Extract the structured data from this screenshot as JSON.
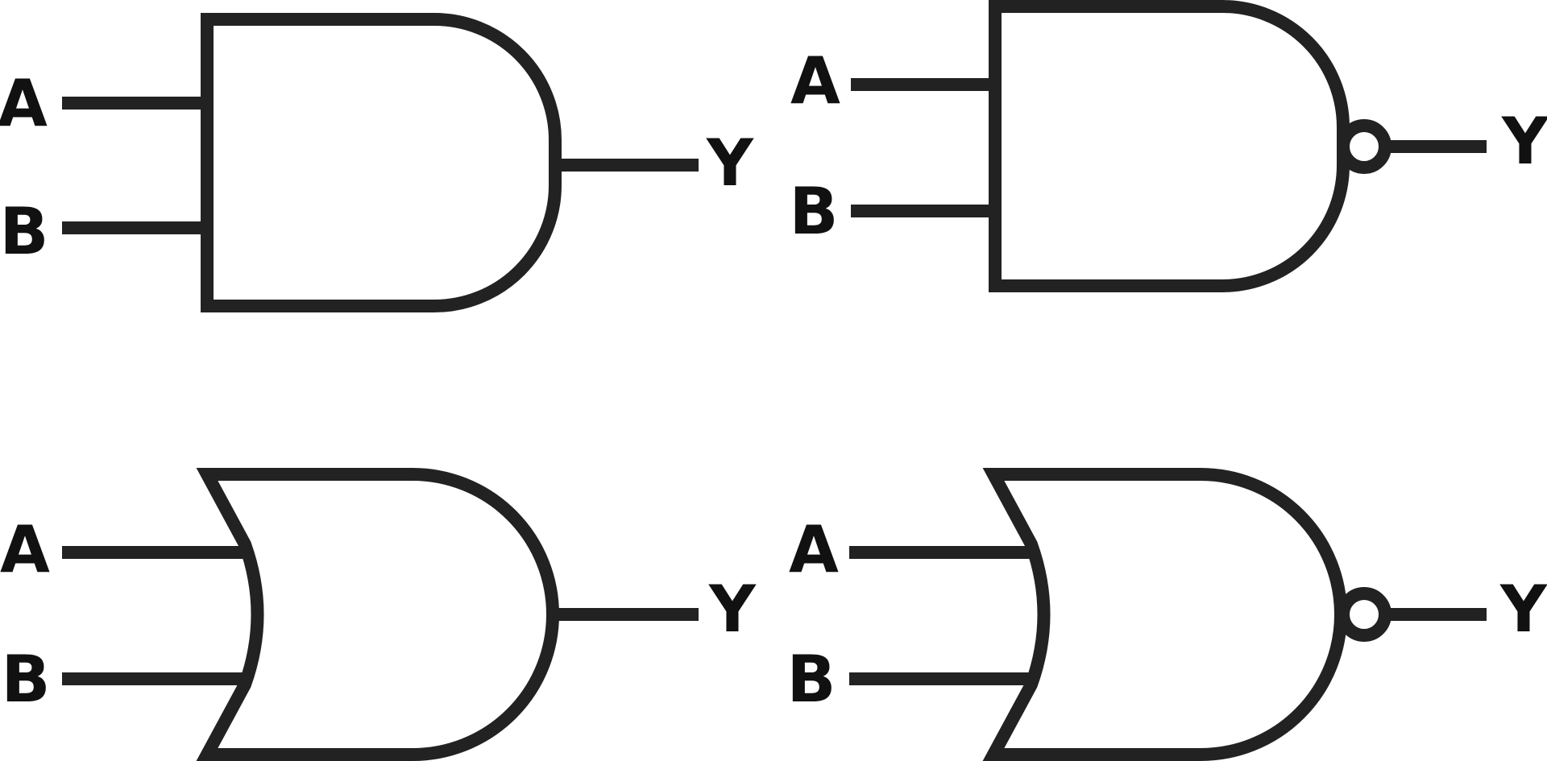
{
  "gates": [
    {
      "id": "and",
      "type": "AND",
      "inputs": [
        "A",
        "B"
      ],
      "output": "Y"
    },
    {
      "id": "nand",
      "type": "NAND",
      "inputs": [
        "A",
        "B"
      ],
      "output": "Y"
    },
    {
      "id": "or",
      "type": "OR",
      "inputs": [
        "A",
        "B"
      ],
      "output": "Y"
    },
    {
      "id": "nor",
      "type": "NOR",
      "inputs": [
        "A",
        "B"
      ],
      "output": "Y"
    }
  ],
  "colors": {
    "stroke": "#222222",
    "label": "#111111",
    "background": "#ffffff"
  }
}
